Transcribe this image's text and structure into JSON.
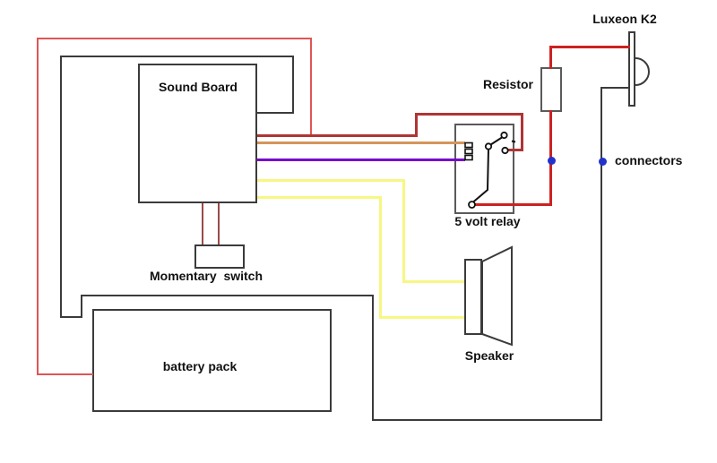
{
  "diagram": {
    "type": "wiring-schematic",
    "background": "#ffffff",
    "labels": {
      "sound_board": "Sound Board",
      "momentary_switch": "Momentary  switch",
      "battery_pack": "battery pack",
      "relay": "5 volt relay",
      "resistor": "Resistor",
      "led": "Luxeon K2",
      "speaker": "Speaker",
      "connectors": "connectors"
    },
    "components": [
      {
        "name": "sound-board",
        "shape": "rectangle"
      },
      {
        "name": "momentary-switch",
        "shape": "rectangle"
      },
      {
        "name": "battery-pack",
        "shape": "rectangle"
      },
      {
        "name": "5-volt-relay",
        "shape": "rectangle-with-coil-and-contacts"
      },
      {
        "name": "resistor",
        "shape": "rectangle"
      },
      {
        "name": "luxeon-k2-led",
        "shape": "bar-with-lens-arc"
      },
      {
        "name": "speaker",
        "shape": "rectangle-with-cone"
      },
      {
        "name": "connectors",
        "shape": "two-blue-dots"
      }
    ],
    "wire_colors": {
      "battery_red": "#e05555",
      "power_red": "#cc2222",
      "relay_feed_dark_red": "#b03434",
      "switch_maroon": "#9a4a4a",
      "signal_orange": "#d6955b",
      "signal_purple": "#7700cc",
      "speaker_yellow": "#f7f784",
      "ground_black": "#3b3b3b"
    },
    "connector_dot_color": "#2233cc",
    "connector_dot_count": 2
  }
}
